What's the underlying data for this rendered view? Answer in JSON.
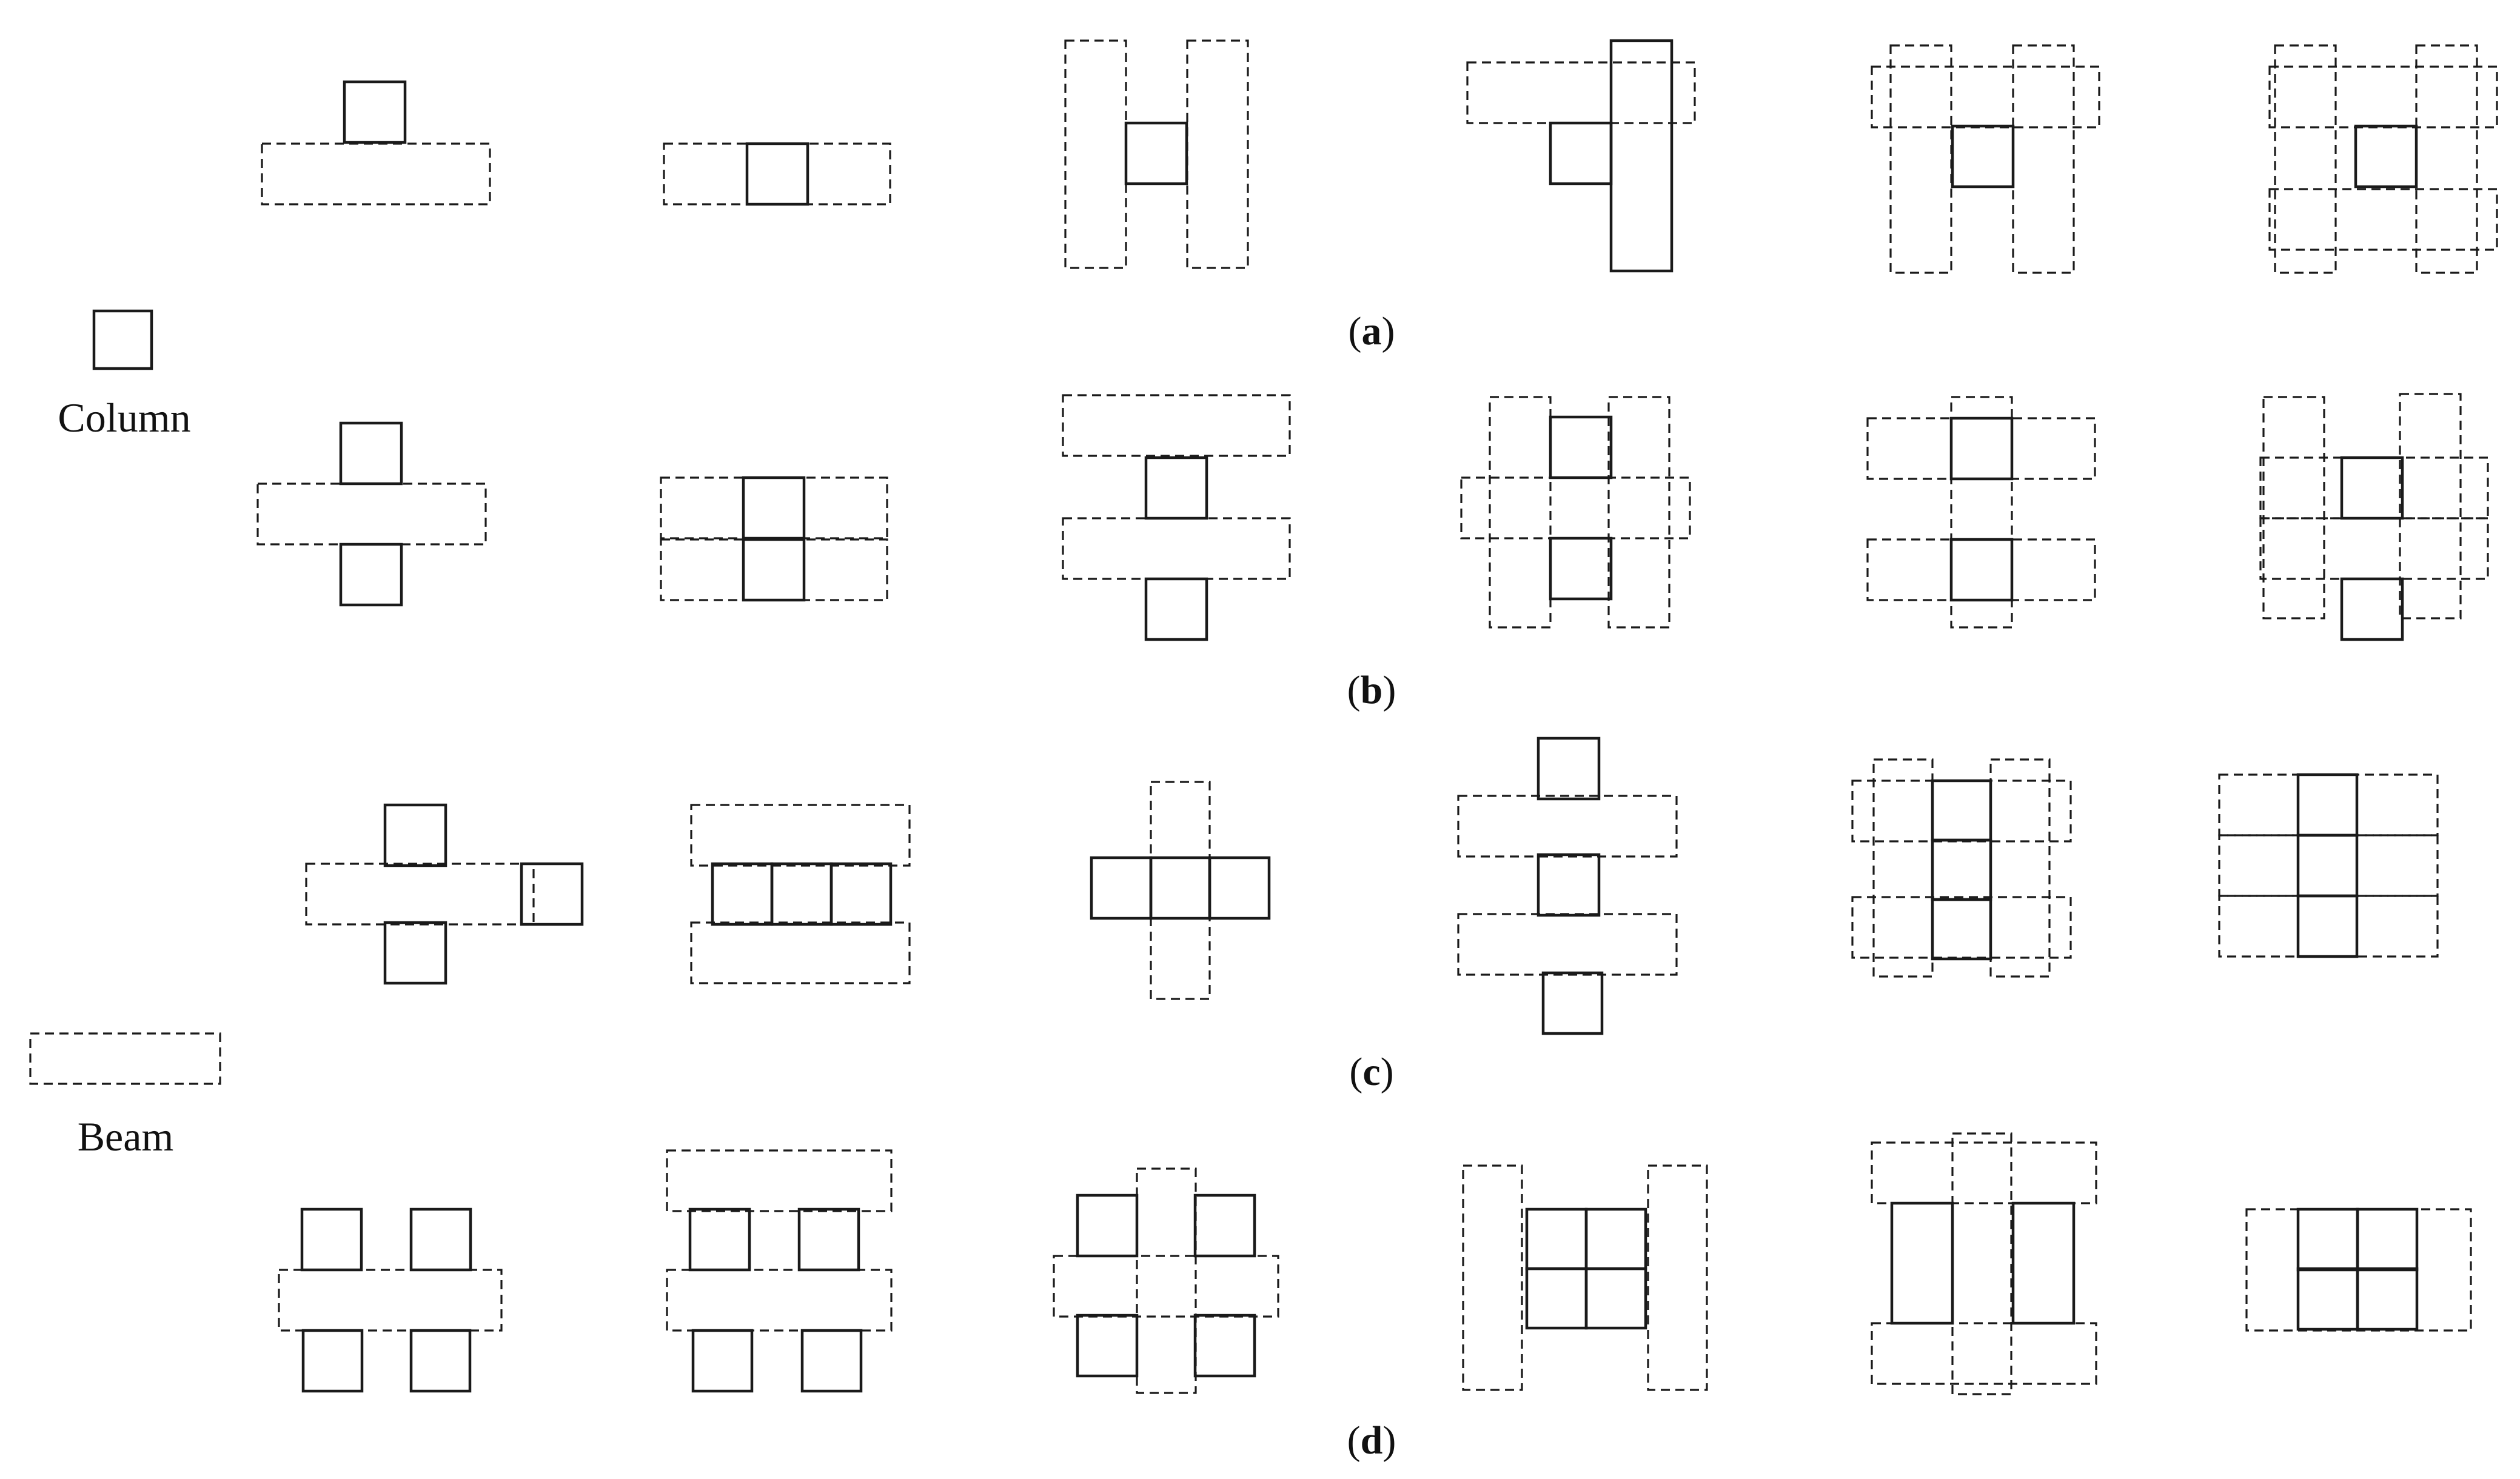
{
  "legend": {
    "column_label": "Column",
    "beam_label": "Beam"
  },
  "row_captions": [
    {
      "open": "(",
      "letter": "a",
      "close": ")"
    },
    {
      "open": "(",
      "letter": "b",
      "close": ")"
    },
    {
      "open": "(",
      "letter": "c",
      "close": ")"
    },
    {
      "open": "(",
      "letter": "d",
      "close": ")"
    }
  ],
  "colors": {
    "stroke": "#1a1a1a",
    "background": "#ffffff"
  }
}
